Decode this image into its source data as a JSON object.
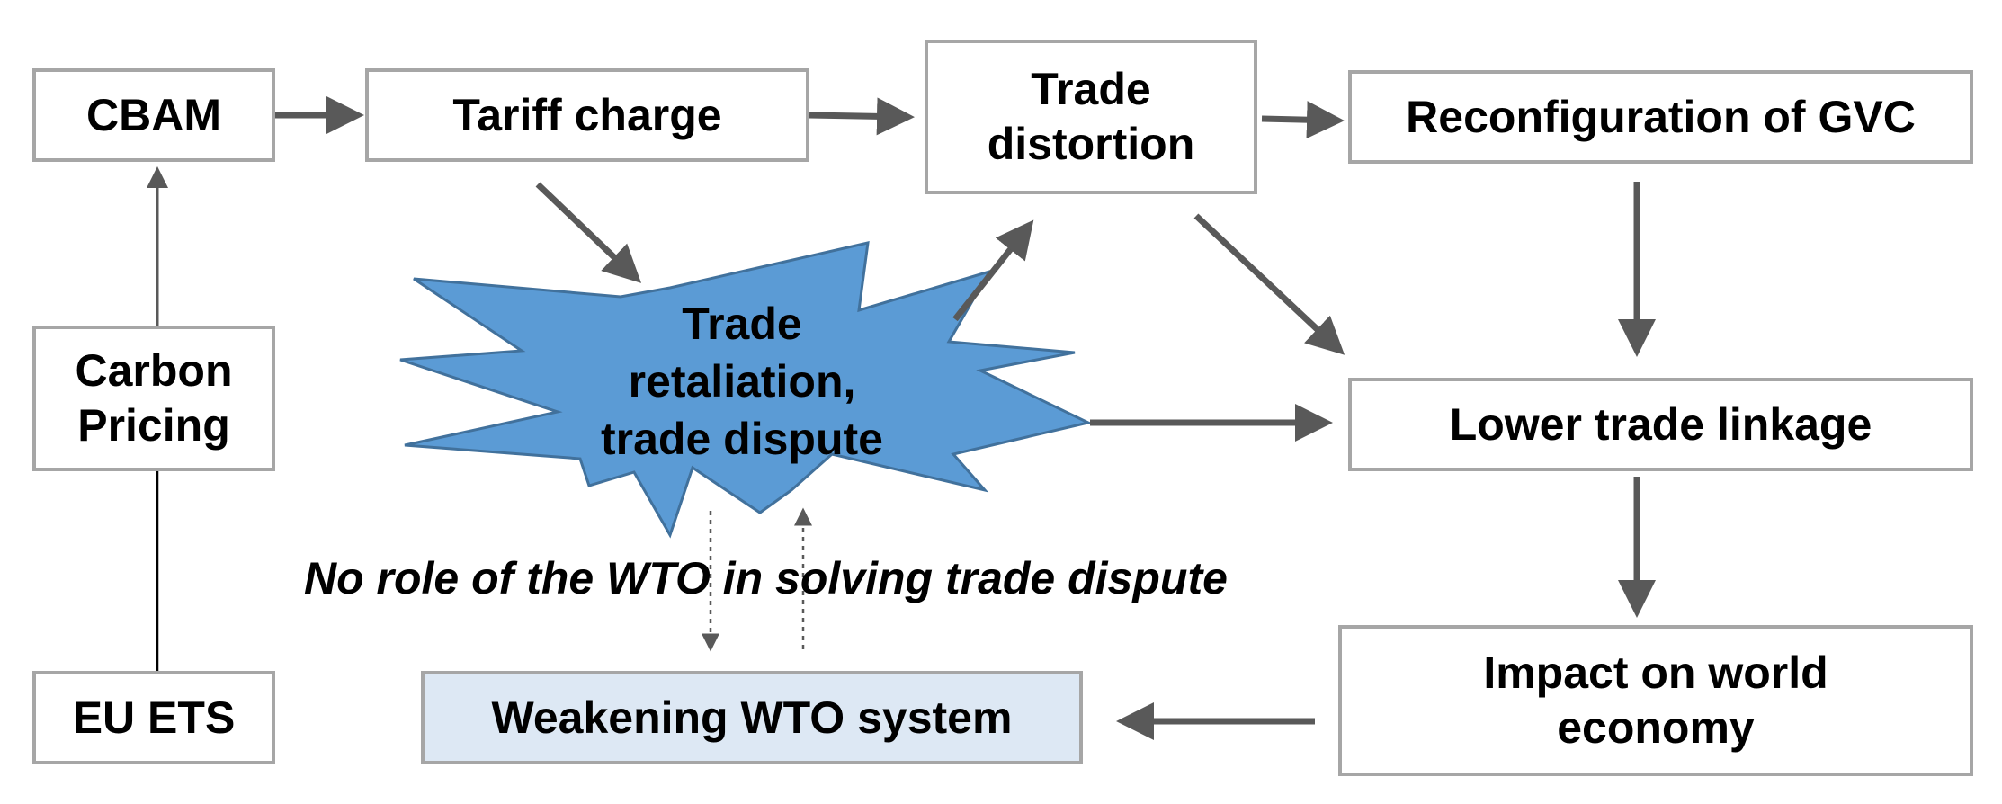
{
  "nodes": {
    "cbam": "CBAM",
    "tariff": "Tariff charge",
    "distortion": "Trade\ndistortion",
    "gvc": "Reconfiguration of GVC",
    "carbon": "Carbon\nPricing",
    "euets": "EU ETS",
    "retaliation": "Trade\nretaliation,\ntrade dispute",
    "linkage": "Lower trade linkage",
    "impact": "Impact on world\neconomy",
    "wto": "Weakening WTO system"
  },
  "note": "No role of the WTO in solving trade dispute",
  "colors": {
    "box_border": "#a6a6a6",
    "arrow": "#595959",
    "burst_fill": "#5b9bd5",
    "burst_stroke": "#41719c",
    "wto_fill": "#dde8f4"
  }
}
